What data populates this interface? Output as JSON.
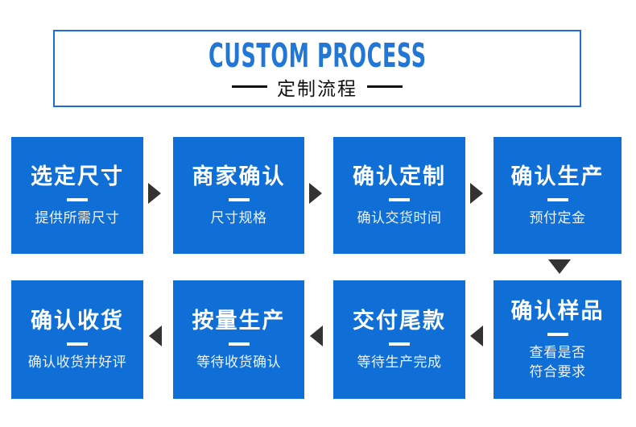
{
  "header": {
    "title_en": "CUSTOM PROCESS",
    "title_cn": "定制流程",
    "accent_color": "#2176d6",
    "border_color": "#1a6fd0"
  },
  "theme": {
    "card_bg": "#0f6fd6",
    "card_text": "#ffffff",
    "card_desc_text": "#edf3fb",
    "arrow_color": "#333333",
    "page_bg": "#ffffff"
  },
  "flow": {
    "row1": [
      {
        "step": "1",
        "title": "选定尺寸",
        "desc": "提供所需尺寸",
        "desc2": ""
      },
      {
        "step": "2",
        "title": "商家确认",
        "desc": "尺寸规格",
        "desc2": ""
      },
      {
        "step": "3",
        "title": "确认定制",
        "desc": "确认交货时间",
        "desc2": ""
      },
      {
        "step": "4",
        "title": "确认生产",
        "desc": "预付定金",
        "desc2": ""
      }
    ],
    "row2": [
      {
        "step": "8",
        "title": "确认收货",
        "desc": "确认收货并好评",
        "desc2": ""
      },
      {
        "step": "7",
        "title": "按量生产",
        "desc": "等待收货确认",
        "desc2": ""
      },
      {
        "step": "6",
        "title": "交付尾款",
        "desc": "等待生产完成",
        "desc2": ""
      },
      {
        "step": "5",
        "title": "确认样品",
        "desc": "查看是否",
        "desc2": "符合要求"
      }
    ],
    "arrows": {
      "right": "arrow-right-icon",
      "left": "arrow-left-icon",
      "down": "arrow-down-icon"
    }
  }
}
